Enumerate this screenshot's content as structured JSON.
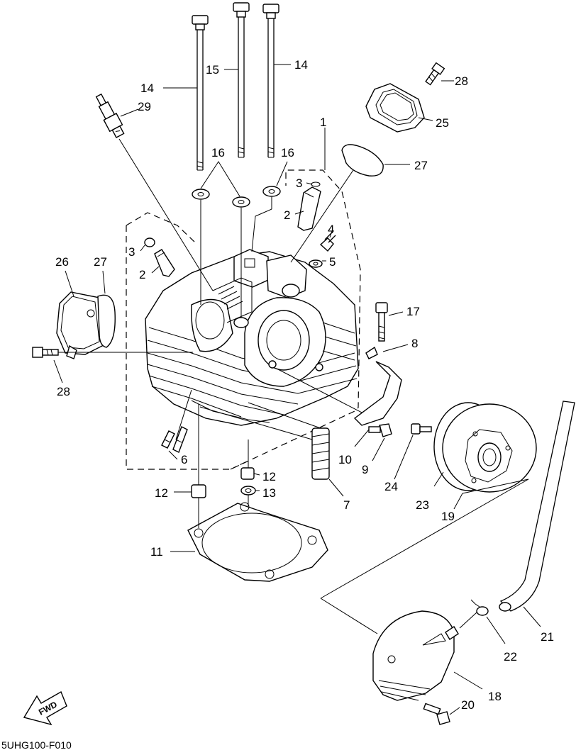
{
  "diagram": {
    "part_labels": {
      "p1": "1",
      "p2a": "2",
      "p2b": "2",
      "p3a": "3",
      "p3b": "3",
      "p4": "4",
      "p5": "5",
      "p6": "6",
      "p7": "7",
      "p8": "8",
      "p9": "9",
      "p10": "10",
      "p11": "11",
      "p12a": "12",
      "p12b": "12",
      "p13": "13",
      "p14a": "14",
      "p14b": "14",
      "p15": "15",
      "p16a": "16",
      "p16b": "16",
      "p17": "17",
      "p18": "18",
      "p19": "19",
      "p20": "20",
      "p21": "21",
      "p22": "22",
      "p23": "23",
      "p24": "24",
      "p25": "25",
      "p26": "26",
      "p27a": "27",
      "p27b": "27",
      "p28a": "28",
      "p28b": "28",
      "p29": "29"
    },
    "fwd_label": "FWD",
    "figure_code": "5UHG100-F010"
  }
}
